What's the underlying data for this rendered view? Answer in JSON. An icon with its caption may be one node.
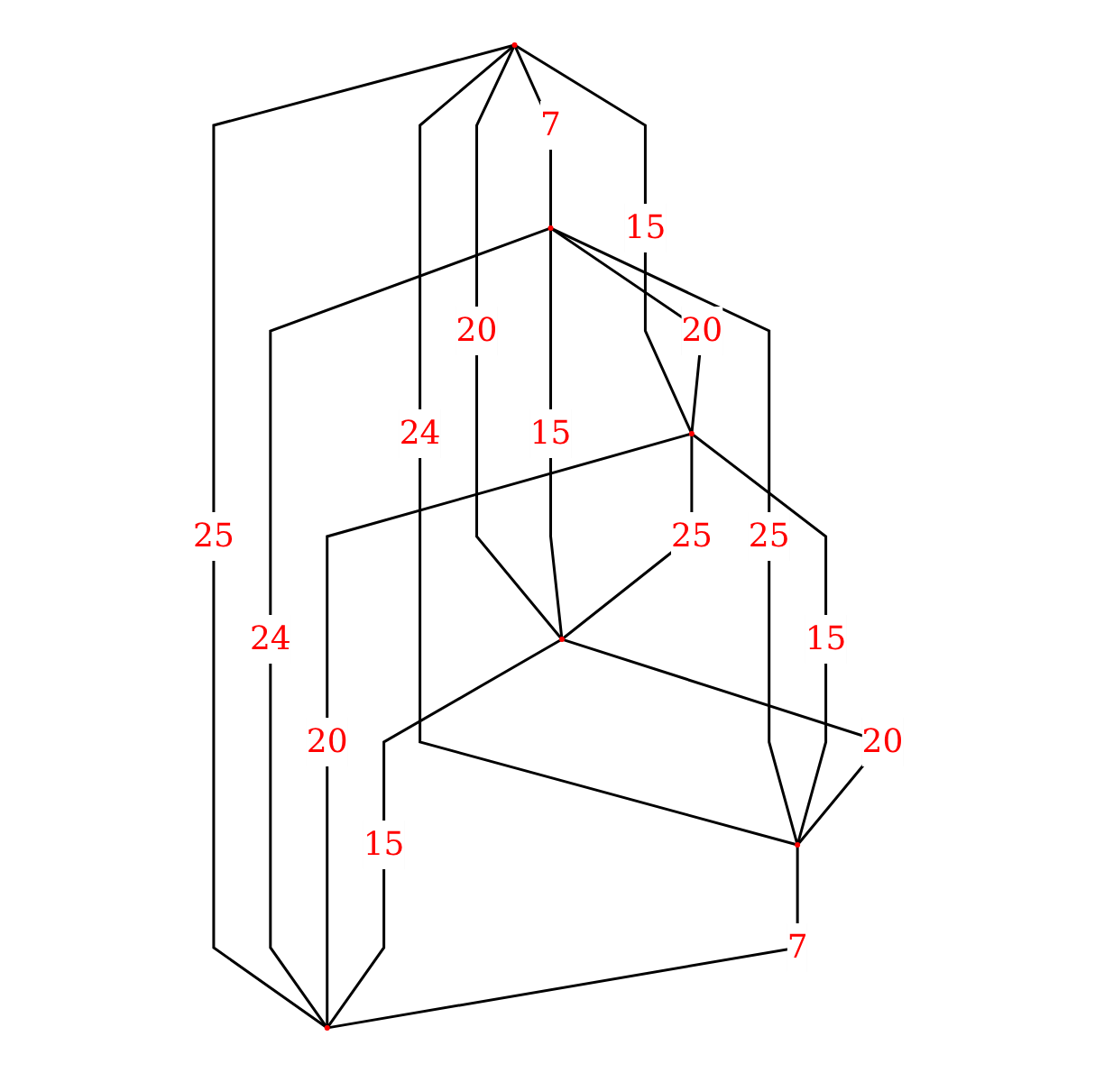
{
  "diagram": {
    "nodes": [
      {
        "text": [],
        "shape": "circle"
      },
      {
        "text": [],
        "shape": "circle"
      },
      {
        "text": [],
        "shape": "circle"
      },
      {
        "text": [],
        "shape": "circle"
      },
      {
        "text": [],
        "shape": "circle"
      },
      {
        "text": [],
        "shape": "circle"
      }
    ],
    "edges": [
      {
        "from": 0,
        "to": 1,
        "arrow": "none",
        "label": "7"
      },
      {
        "from": 0,
        "to": 2,
        "arrow": "none",
        "label": "15"
      },
      {
        "from": 0,
        "to": 3,
        "arrow": "none",
        "label": "20"
      },
      {
        "from": 0,
        "to": 4,
        "arrow": "none",
        "label": "24"
      },
      {
        "from": 0,
        "to": 5,
        "arrow": "none",
        "label": "25"
      },
      {
        "from": 1,
        "to": 2,
        "arrow": "none",
        "label": "20"
      },
      {
        "from": 1,
        "to": 3,
        "arrow": "none",
        "label": "15"
      },
      {
        "from": 1,
        "to": 4,
        "arrow": "none",
        "label": "25"
      },
      {
        "from": 1,
        "to": 5,
        "arrow": "none",
        "label": "24"
      },
      {
        "from": 2,
        "to": 3,
        "arrow": "none",
        "label": "25"
      },
      {
        "from": 2,
        "to": 4,
        "arrow": "none",
        "label": "15"
      },
      {
        "from": 2,
        "to": 5,
        "arrow": "none",
        "label": "20"
      },
      {
        "from": 3,
        "to": 4,
        "arrow": "none",
        "label": "20"
      },
      {
        "from": 3,
        "to": 5,
        "arrow": "none",
        "label": "15"
      },
      {
        "from": 4,
        "to": 5,
        "arrow": "none",
        "label": "7"
      }
    ]
  }
}
